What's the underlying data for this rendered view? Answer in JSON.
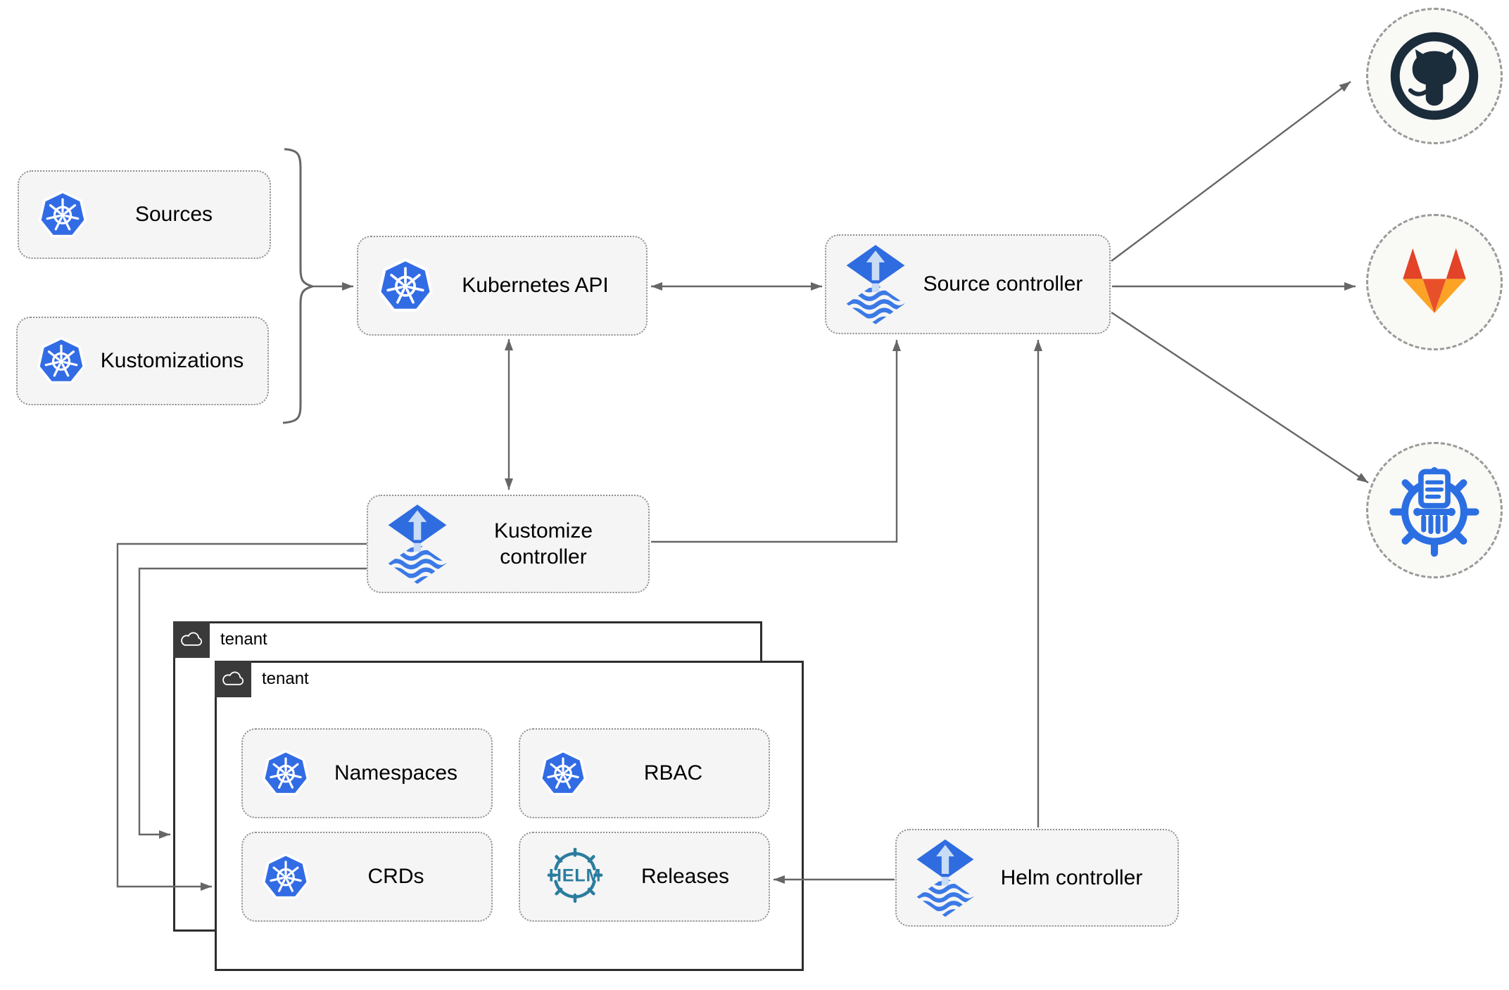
{
  "diagram": {
    "nodes": {
      "sources": {
        "label": "Sources",
        "icon": "kubernetes-icon"
      },
      "kustomizations": {
        "label": "Kustomizations",
        "icon": "kubernetes-icon"
      },
      "kubernetes_api": {
        "label": "Kubernetes API",
        "icon": "kubernetes-icon"
      },
      "source_controller": {
        "label": "Source controller",
        "icon": "flux-icon"
      },
      "kustomize_controller": {
        "label": "Kustomize controller",
        "icon": "flux-icon"
      },
      "helm_controller": {
        "label": "Helm controller",
        "icon": "flux-icon"
      },
      "tenant_back": {
        "label": "tenant",
        "icon": "cloud-icon"
      },
      "tenant_front": {
        "label": "tenant",
        "icon": "cloud-icon"
      },
      "namespaces": {
        "label": "Namespaces",
        "icon": "kubernetes-icon"
      },
      "rbac": {
        "label": "RBAC",
        "icon": "kubernetes-icon"
      },
      "crds": {
        "label": "CRDs",
        "icon": "kubernetes-icon"
      },
      "releases": {
        "label": "Releases",
        "icon": "helm-icon",
        "icon_text": "HELM"
      }
    },
    "endpoints": {
      "github": {
        "icon": "github-icon"
      },
      "gitlab": {
        "icon": "gitlab-icon"
      },
      "chart_repository": {
        "icon": "chart-repository-icon"
      }
    },
    "colors": {
      "kubernetes_blue": "#326ce5",
      "flux_blue": "#2e6ce0",
      "flux_arrow_light": "#c9dcf6",
      "helm_teal": "#2a7d9e",
      "github_dark": "#1b2c3b",
      "gitlab_red": "#e24329",
      "gitlab_orange": "#fc6d26",
      "gitlab_yellow": "#fca326",
      "chart_repository_blue": "#2b6fe2",
      "connector_gray": "#666666",
      "node_fill": "#f5f5f5",
      "tenant_tab_dark": "#3a3a3a"
    }
  }
}
